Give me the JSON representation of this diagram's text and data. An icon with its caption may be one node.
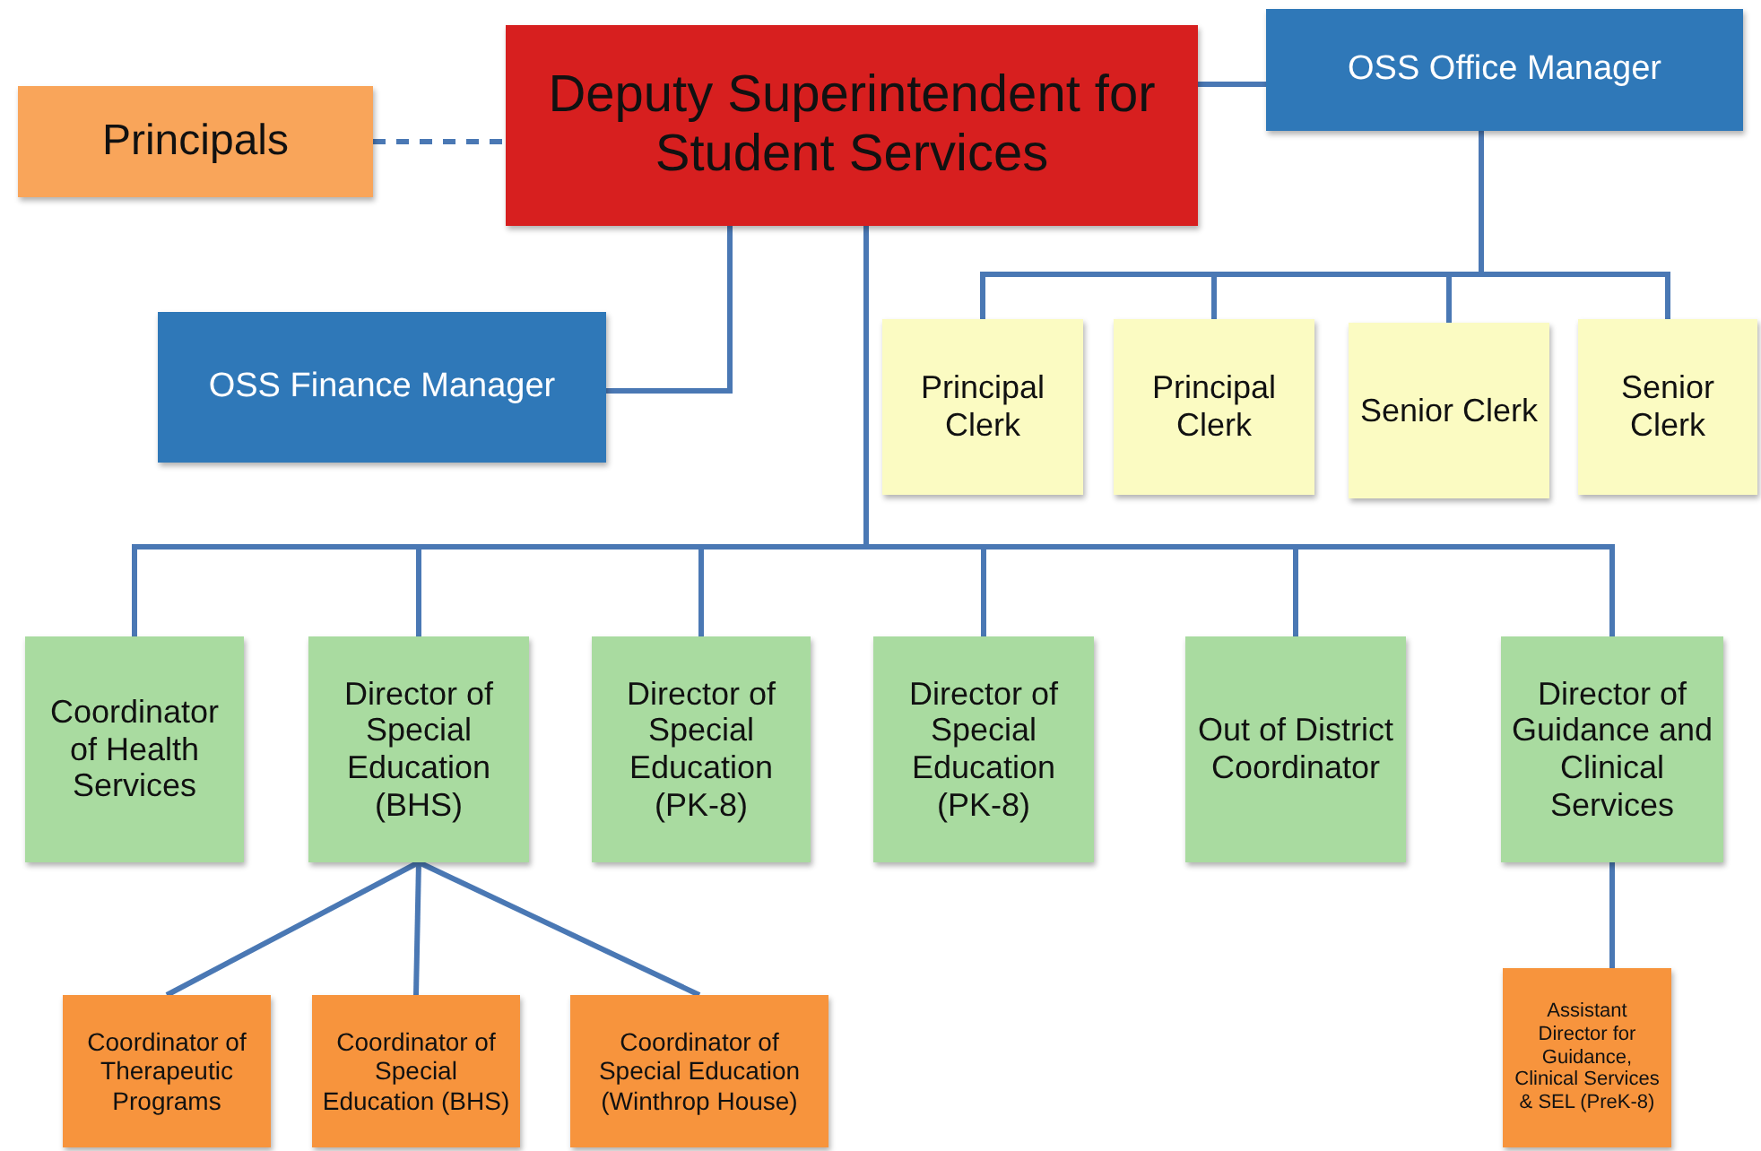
{
  "diagram": {
    "nodes": [
      {
        "text": [
          "Deputy Superintendent for Student Services"
        ]
      },
      {
        "text": [
          "Principals"
        ]
      },
      {
        "text": [
          "OSS Office Manager"
        ]
      },
      {
        "text": [
          "OSS Finance Manager"
        ]
      },
      {
        "text": [
          "Principal Clerk"
        ]
      },
      {
        "text": [
          "Principal Clerk"
        ]
      },
      {
        "text": [
          "Senior Clerk"
        ]
      },
      {
        "text": [
          "Senior Clerk"
        ]
      },
      {
        "text": [
          "Coordinator of Health Services"
        ]
      },
      {
        "text": [
          "Director of Special Education (BHS)"
        ]
      },
      {
        "text": [
          "Director of Special Education (PK-8)"
        ]
      },
      {
        "text": [
          "Director of Special Education (PK-8)"
        ]
      },
      {
        "text": [
          "Out of District Coordinator"
        ]
      },
      {
        "text": [
          "Director of Guidance and Clinical Services"
        ]
      },
      {
        "text": [
          "Coordinator of Therapeutic Programs"
        ]
      },
      {
        "text": [
          "Coordinator of Special Education (BHS)"
        ]
      },
      {
        "text": [
          "Coordinator of Special Education (Winthrop House)"
        ]
      },
      {
        "text": [
          "Assistant Director for Guidance, Clinical Services & SEL (PreK-8)"
        ]
      }
    ],
    "edges": [
      {
        "from": 1,
        "to": 0,
        "arrow": "none",
        "style": "dashed"
      },
      {
        "from": 0,
        "to": 2,
        "arrow": "none"
      },
      {
        "from": 0,
        "to": 3,
        "arrow": "none"
      },
      {
        "from": 2,
        "to": 4,
        "arrow": "none"
      },
      {
        "from": 2,
        "to": 5,
        "arrow": "none"
      },
      {
        "from": 2,
        "to": 6,
        "arrow": "none"
      },
      {
        "from": 2,
        "to": 7,
        "arrow": "none"
      },
      {
        "from": 0,
        "to": 8,
        "arrow": "none"
      },
      {
        "from": 0,
        "to": 9,
        "arrow": "none"
      },
      {
        "from": 0,
        "to": 10,
        "arrow": "none"
      },
      {
        "from": 0,
        "to": 11,
        "arrow": "none"
      },
      {
        "from": 0,
        "to": 12,
        "arrow": "none"
      },
      {
        "from": 0,
        "to": 13,
        "arrow": "none"
      },
      {
        "from": 9,
        "to": 14,
        "arrow": "none"
      },
      {
        "from": 9,
        "to": 15,
        "arrow": "none"
      },
      {
        "from": 9,
        "to": 16,
        "arrow": "none"
      },
      {
        "from": 13,
        "to": 17,
        "arrow": "none"
      }
    ]
  }
}
